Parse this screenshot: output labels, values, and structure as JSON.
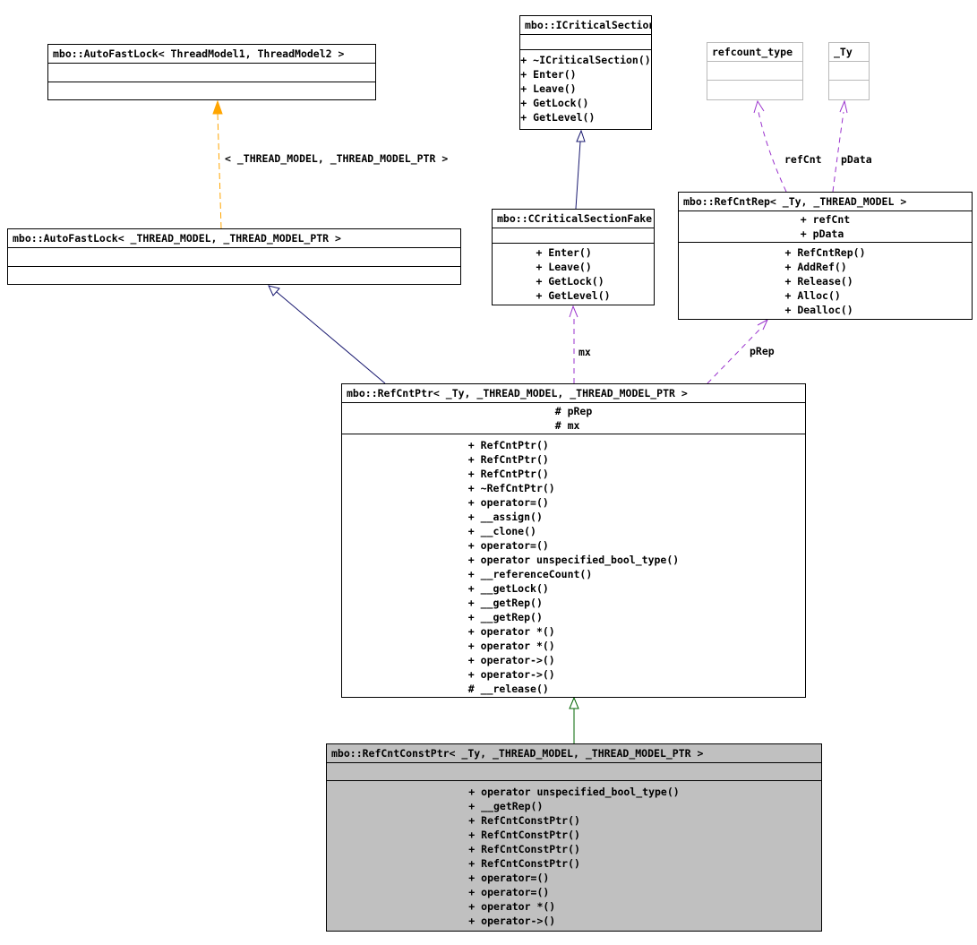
{
  "diagram": {
    "classes": [
      {
        "title": "mbo::AutoFastLock< ThreadModel1, ThreadModel2 >",
        "attributes": [],
        "methods": []
      },
      {
        "title": "mbo::ICriticalSection",
        "attributes": [],
        "methods": [
          "+ ~ICriticalSection()",
          "+ Enter()",
          "+ Leave()",
          "+ GetLock()",
          "+ GetLevel()"
        ]
      },
      {
        "title": "refcount_type",
        "attributes": [],
        "methods": []
      },
      {
        "title": "_Ty",
        "attributes": [],
        "methods": []
      },
      {
        "title": "mbo::CCriticalSectionFake",
        "attributes": [],
        "methods": [
          "+ Enter()",
          "+ Leave()",
          "+ GetLock()",
          "+ GetLevel()"
        ]
      },
      {
        "title": "mbo::RefCntRep< _Ty, _THREAD_MODEL >",
        "attributes": [
          "+ refCnt",
          "+ pData"
        ],
        "methods": [
          "+ RefCntRep()",
          "+ AddRef()",
          "+ Release()",
          "+ Alloc()",
          "+ Dealloc()"
        ]
      },
      {
        "title": "mbo::AutoFastLock< _THREAD_MODEL, _THREAD_MODEL_PTR >",
        "attributes": [],
        "methods": []
      },
      {
        "title": "mbo::RefCntPtr< _Ty, _THREAD_MODEL, _THREAD_MODEL_PTR >",
        "attributes": [
          "# pRep",
          "# mx"
        ],
        "methods": [
          "+ RefCntPtr()",
          "+ RefCntPtr()",
          "+ RefCntPtr()",
          "+ ~RefCntPtr()",
          "+ operator=()",
          "+ __assign()",
          "+ __clone()",
          "+ operator=()",
          "+ operator unspecified_bool_type()",
          "+ __referenceCount()",
          "+ __getLock()",
          "+ __getRep()",
          "+ __getRep()",
          "+ operator *()",
          "+ operator *()",
          "+ operator->()",
          "+ operator->()",
          "# __release()"
        ]
      },
      {
        "title": "mbo::RefCntConstPtr< _Ty, _THREAD_MODEL, _THREAD_MODEL_PTR >",
        "attributes": [],
        "methods": [
          "+ operator unspecified_bool_type()",
          "+ __getRep()",
          "+ RefCntConstPtr()",
          "+ RefCntConstPtr()",
          "+ RefCntConstPtr()",
          "+ RefCntConstPtr()",
          "+ operator=()",
          "+ operator=()",
          "+ operator *()",
          "+ operator->()"
        ]
      }
    ],
    "edge_labels": {
      "template_args": "< _THREAD_MODEL, _THREAD_MODEL_PTR >",
      "refcnt": "refCnt",
      "pdata": "pData",
      "mx": "mx",
      "prep": "pRep"
    },
    "colors": {
      "inheritance_blue": "#191970",
      "inheritance_green": "#006400",
      "usage_purple": "#9a32cd",
      "template_orange": "#ffa500",
      "highlight_fill": "#c0c0c0",
      "muted_border": "#b9b9b9",
      "box_border": "#000000",
      "background": "#ffffff"
    }
  }
}
